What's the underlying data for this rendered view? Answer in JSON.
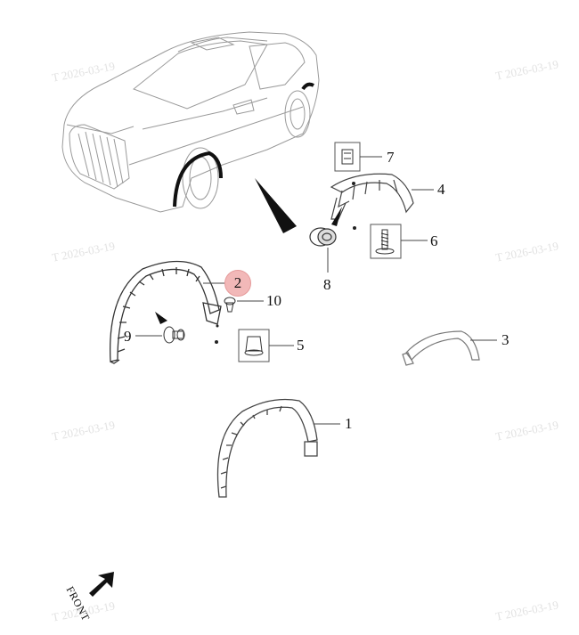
{
  "watermark": "T  2026-03-19",
  "front_label": "FRONT",
  "selected_part": "2",
  "callouts": {
    "p1": "1",
    "p2": "2",
    "p3": "3",
    "p4": "4",
    "p5": "5",
    "p6": "6",
    "p7": "7",
    "p8": "8",
    "p9": "9",
    "p10": "10"
  },
  "colors": {
    "line": "#1a1a1a",
    "highlight": "#f2b8b8",
    "watermark": "#e2e2e2"
  }
}
